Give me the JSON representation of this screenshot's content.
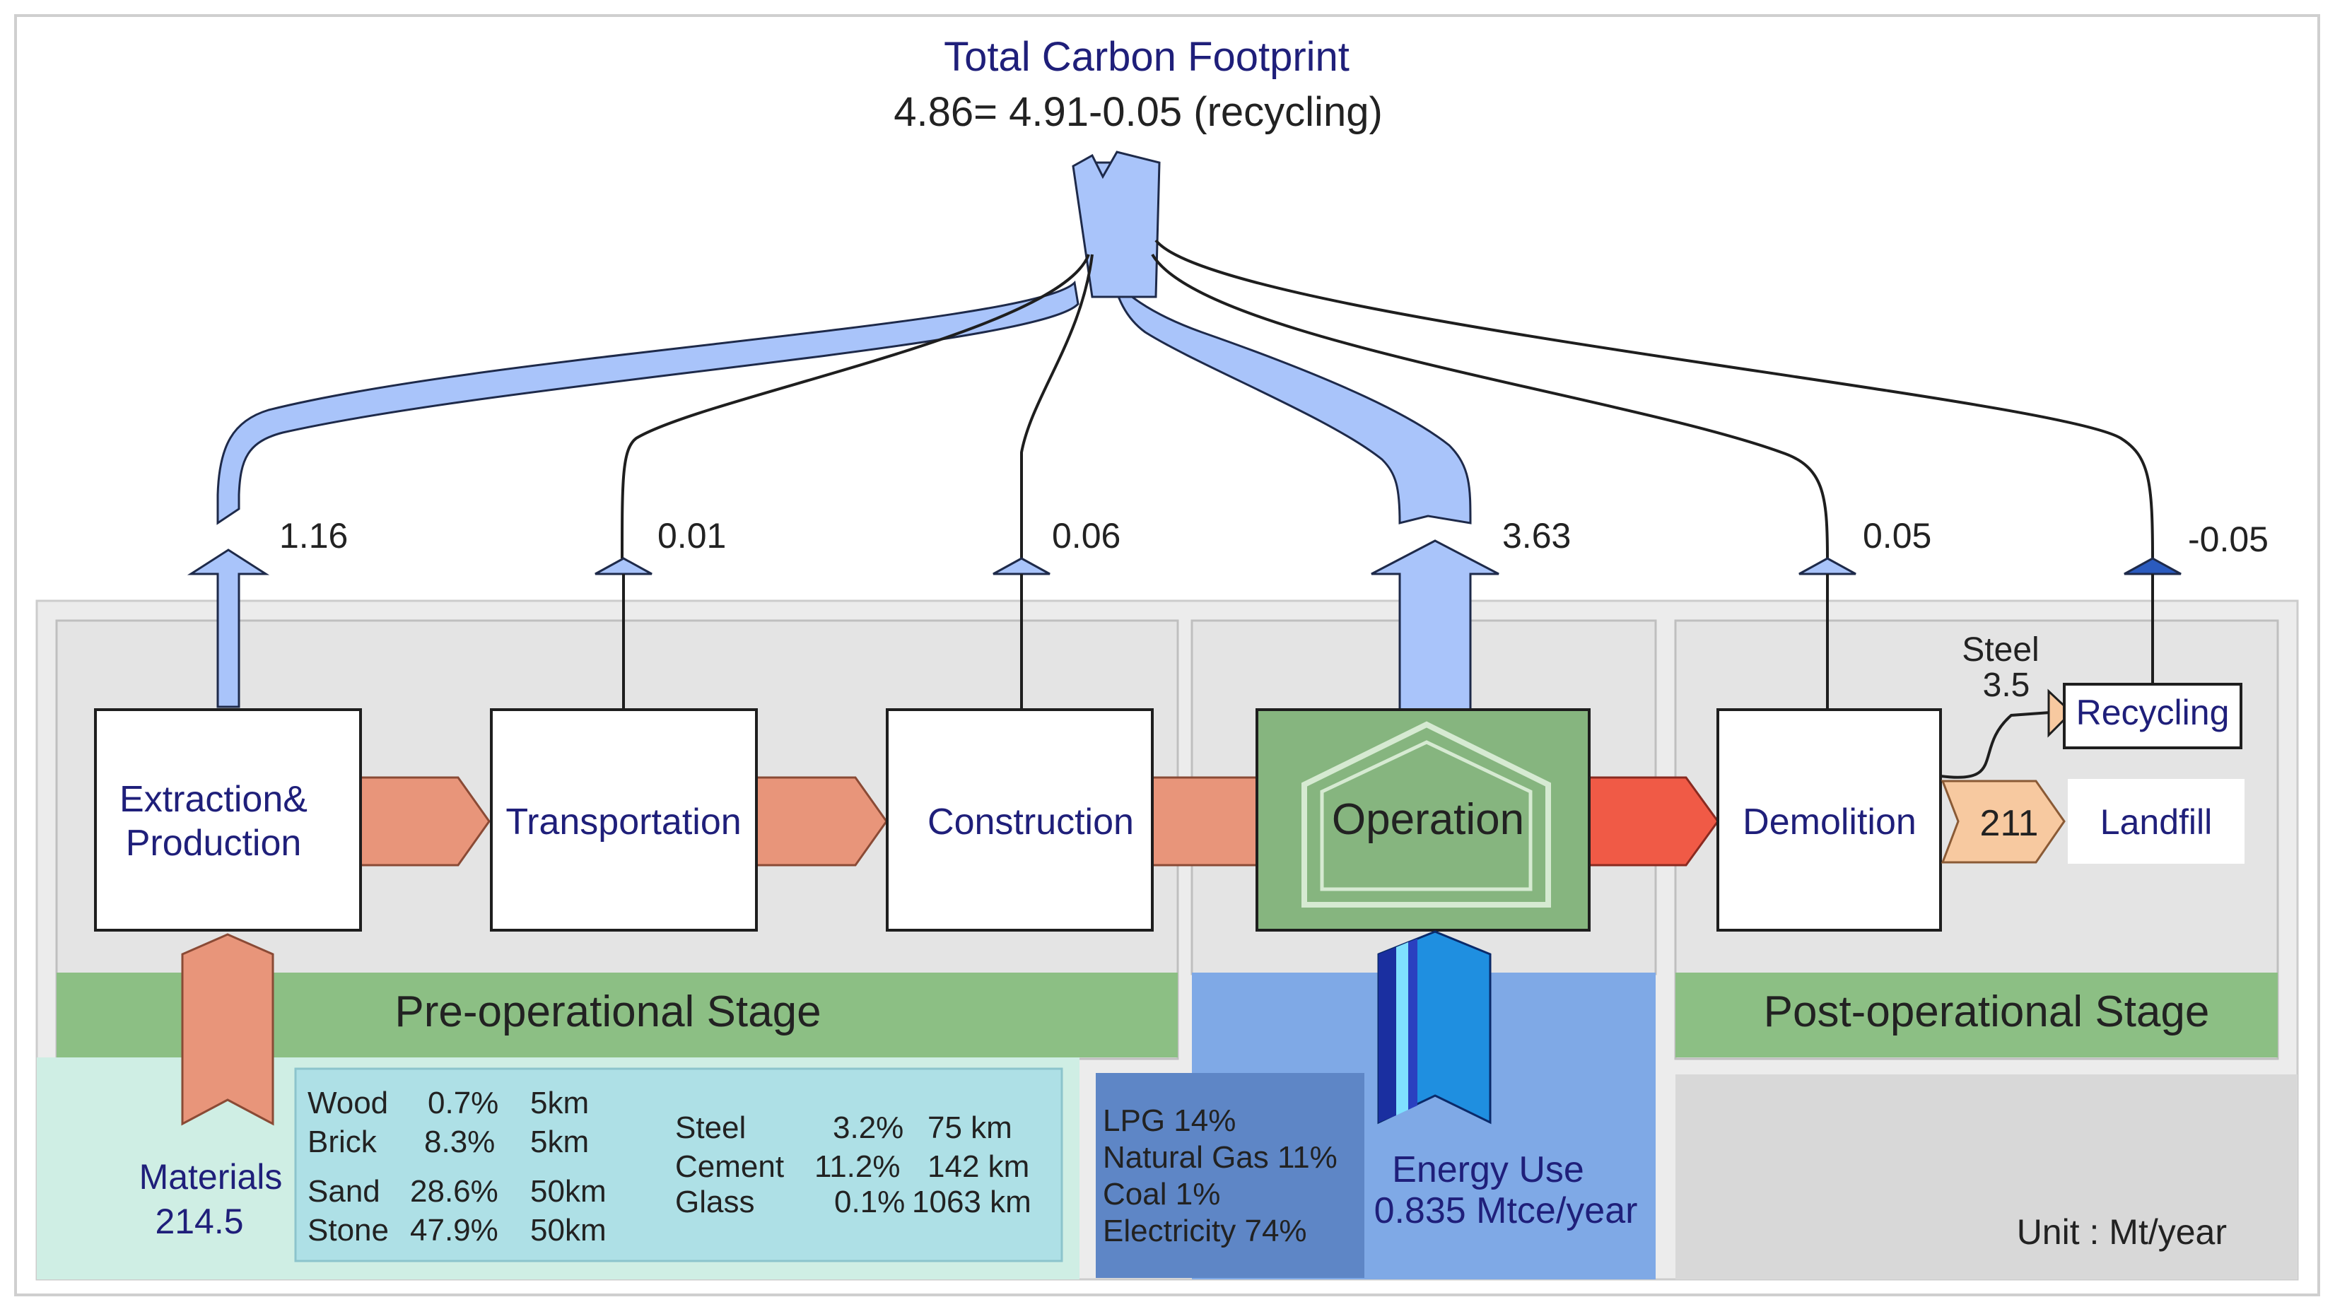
{
  "title": {
    "line1": "Total Carbon Footprint",
    "line2": "4.86= 4.91-0.05 (recycling)"
  },
  "stages": {
    "pre": "Pre-operational Stage",
    "post": "Post-operational Stage"
  },
  "processes": {
    "extraction_line1": "Extraction&",
    "extraction_line2": "Production",
    "transportation": "Transportation",
    "construction": "Construction",
    "operation": "Operation",
    "demolition": "Demolition",
    "recycling": "Recycling",
    "landfill": "Landfill"
  },
  "flows": {
    "extraction": "1.16",
    "transportation": "0.01",
    "construction": "0.06",
    "operation": "3.63",
    "demolition": "0.05",
    "recycling": "-0.05"
  },
  "waste": {
    "steel_label": "Steel",
    "steel_value": "3.5",
    "landfill_value": "211"
  },
  "materials": {
    "label": "Materials",
    "value": "214.5",
    "left": [
      {
        "name": "Wood",
        "share": "0.7%",
        "distance": "5km"
      },
      {
        "name": "Brick",
        "share": "8.3%",
        "distance": "5km"
      },
      {
        "name": "Sand",
        "share": "28.6%",
        "distance": "50km"
      },
      {
        "name": "Stone",
        "share": "47.9%",
        "distance": "50km"
      }
    ],
    "right": [
      {
        "name": "Steel",
        "share": "3.2%",
        "distance": "75 km"
      },
      {
        "name": "Cement",
        "share": "11.2%",
        "distance": "142 km"
      },
      {
        "name": "Glass",
        "share": "0.1%",
        "distance": "1063 km"
      }
    ]
  },
  "energy": {
    "mix": [
      "LPG 14%",
      "Natural Gas 11%",
      "Coal 1%",
      "Electricity 74%"
    ],
    "label": "Energy Use",
    "value": "0.835 Mtce/year"
  },
  "unit": "Unit : Mt/year",
  "colors": {
    "carbon_flow": "#a9c4fa",
    "material_flow": "#e8957a",
    "operation_flow": "#f05a46",
    "stage_bar": "#8cbf84",
    "operation_box": "#86b57f",
    "energy_flow": "#1f8fe0",
    "energy_panel": "#7fa9e6",
    "materials_panel": "#cfeee4"
  }
}
